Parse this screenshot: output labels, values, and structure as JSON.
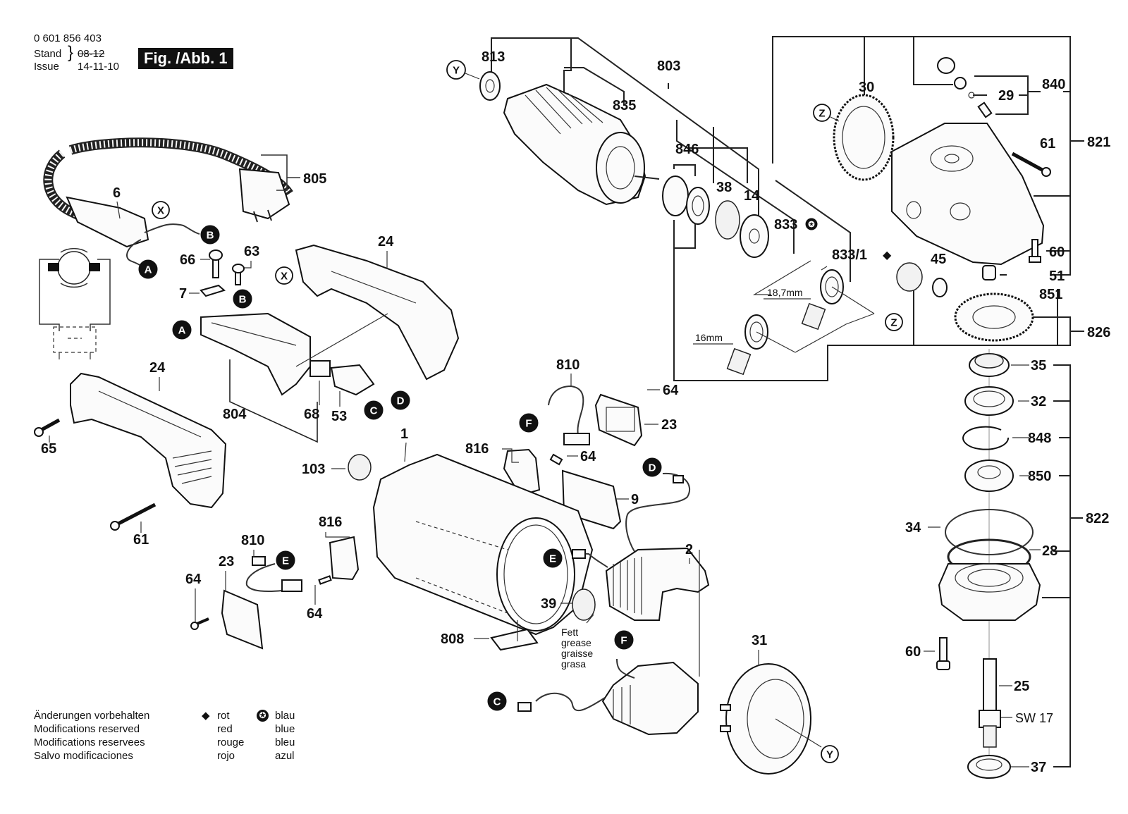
{
  "header": {
    "part_number": "0 601 856 403",
    "stand_label": "Stand",
    "issue_label": "Issue",
    "stand_date_struck": "08-12",
    "issue_date": "14-11-10",
    "figure_label": "Fig. /Abb. 1"
  },
  "legend": {
    "modifications": [
      "Änderungen vorbehalten",
      "Modifications reserved",
      "Modifications reservees",
      "Salvo modificaciones"
    ],
    "diamond_symbol": "◆",
    "star_symbol": "✪",
    "red": [
      "rot",
      "red",
      "rouge",
      "rojo"
    ],
    "blue": [
      "blau",
      "blue",
      "bleu",
      "azul"
    ]
  },
  "grease_note": [
    "Fett",
    "grease",
    "graisse",
    "grasa"
  ],
  "dimensions": {
    "d1": "18,7mm",
    "d2": "16mm",
    "wrench": "SW 17"
  },
  "connectors": {
    "X": "X",
    "Y": "Y",
    "Z": "Z",
    "A": "A",
    "B": "B",
    "C": "C",
    "D": "D",
    "E": "E",
    "F": "F"
  },
  "parts": {
    "p813": "813",
    "p803": "803",
    "p835": "835",
    "p846": "846",
    "p38": "38",
    "p14": "14",
    "p833": "833",
    "p833_1": "833/1",
    "p30": "30",
    "p840": "840",
    "p29": "29",
    "p61a": "61",
    "p821": "821",
    "p60a": "60",
    "p51": "51",
    "p851": "851",
    "p45": "45",
    "p826": "826",
    "p35": "35",
    "p32": "32",
    "p848": "848",
    "p850": "850",
    "p822": "822",
    "p34": "34",
    "p28": "28",
    "p60b": "60",
    "p25": "25",
    "p37": "37",
    "p805": "805",
    "p6": "6",
    "p66": "66",
    "p63": "63",
    "p7": "7",
    "p24a": "24",
    "p24b": "24",
    "p65": "65",
    "p61b": "61",
    "p804": "804",
    "p68": "68",
    "p53": "53",
    "p810a": "810",
    "p64a": "64",
    "p23a": "23",
    "p816a": "816",
    "p64b": "64",
    "p9": "9",
    "p1": "1",
    "p103": "103",
    "p816b": "816",
    "p810b": "810",
    "p23b": "23",
    "p64c": "64",
    "p64d": "64",
    "p2": "2",
    "p39": "39",
    "p808": "808",
    "p31": "31"
  }
}
